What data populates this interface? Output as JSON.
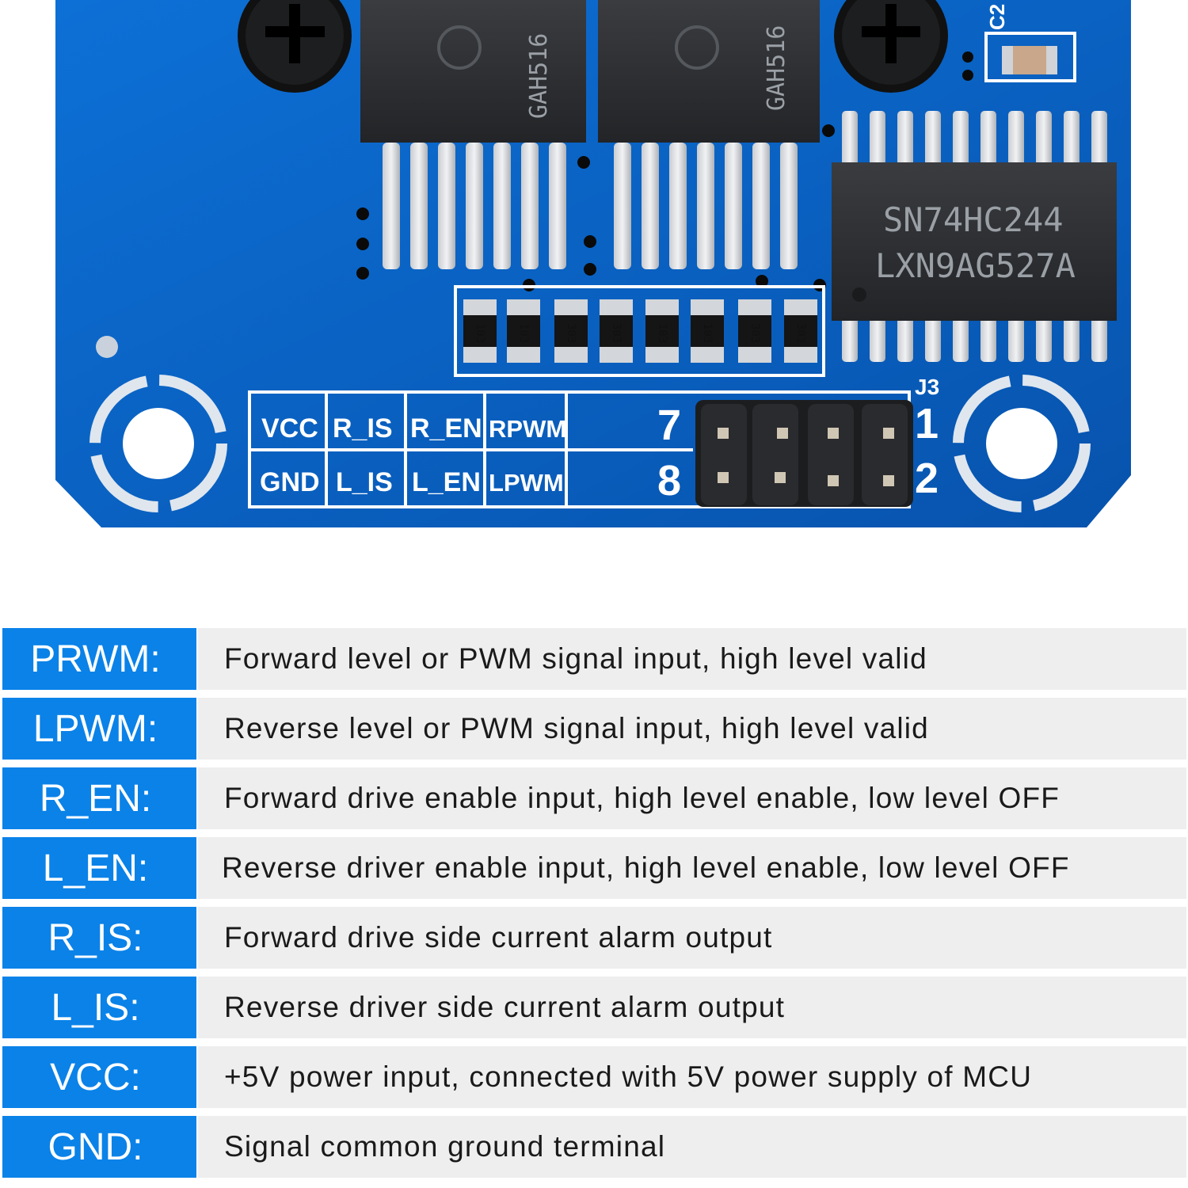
{
  "board": {
    "chip_line1": "SN74HC244",
    "chip_line2": "LXN9AG527A",
    "mosfet_label": "GAH516",
    "cap_label": "C2",
    "header_label": "J3",
    "pin_numbers": {
      "p1": "1",
      "p2": "2",
      "p7": "7",
      "p8": "8"
    },
    "resistor_codes": [
      "103",
      "103",
      "303",
      "303",
      "103",
      "103",
      "303",
      "303"
    ],
    "silk_top": [
      "VCC",
      "R_IS",
      "R_EN",
      "RPWM"
    ],
    "silk_bottom": [
      "GND",
      "L_IS",
      "L_EN",
      "LPWM"
    ],
    "colors": {
      "pcb": "#0b62c4",
      "silk": "#ffffff",
      "chip": "#2b2d30"
    }
  },
  "pins": [
    {
      "name": "PRWM:",
      "desc": "Forward level or PWM signal input, high level valid"
    },
    {
      "name": "LPWM:",
      "desc": "Reverse level or PWM signal input, high level valid"
    },
    {
      "name": "R_EN:",
      "desc": "Forward drive enable input, high level enable, low level OFF"
    },
    {
      "name": "L_EN:",
      "desc": "Reverse driver enable input, high level enable, low level OFF"
    },
    {
      "name": "R_IS:",
      "desc": "Forward drive side current alarm output"
    },
    {
      "name": "L_IS:",
      "desc": "Reverse driver side current alarm output"
    },
    {
      "name": "VCC:",
      "desc": "+5V power input, connected with 5V power supply of MCU"
    },
    {
      "name": "GND:",
      "desc": "Signal common ground terminal"
    }
  ],
  "colors": {
    "label_bg": "#0a82e8",
    "desc_bg": "#eeeeee",
    "label_text": "#ffffff",
    "desc_text": "#1a1a1a"
  }
}
